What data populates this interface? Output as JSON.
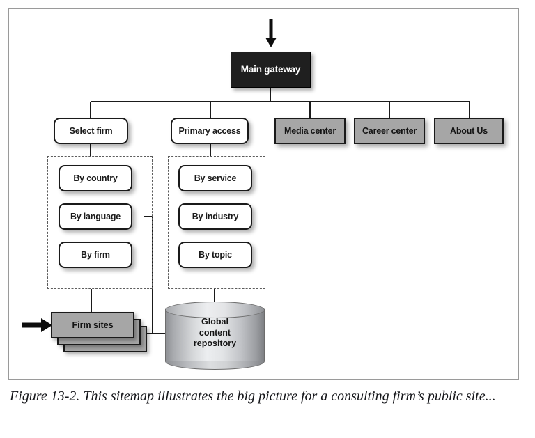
{
  "figure": {
    "caption": "Figure 13-2. This sitemap illustrates the big picture for a consulting firm’s public site...",
    "frame_color": "#9a9a9a"
  },
  "diagram": {
    "type": "sitemap",
    "colors": {
      "root_fill": "#1f1f1f",
      "root_text": "#ffffff",
      "primary_fill": "#ffffff",
      "secondary_fill": "#a6a6a6",
      "stroke": "#1a1a1a",
      "dashed_group": "#5c5c5c",
      "cylinder_light": "#edeef0",
      "cylinder_dark": "#8e9094"
    },
    "root": {
      "label": "Main gateway",
      "entry_arrow": "down-arrow"
    },
    "level1": [
      {
        "label": "Select firm",
        "style": "white"
      },
      {
        "label": "Primary access",
        "style": "white"
      },
      {
        "label": "Media center",
        "style": "gray"
      },
      {
        "label": "Career center",
        "style": "gray"
      },
      {
        "label": "About Us",
        "style": "gray"
      }
    ],
    "groups": [
      {
        "parent": "Select firm",
        "items": [
          {
            "label": "By country"
          },
          {
            "label": "By language"
          },
          {
            "label": "By firm"
          }
        ]
      },
      {
        "parent": "Primary access",
        "items": [
          {
            "label": "By service"
          },
          {
            "label": "By industry"
          },
          {
            "label": "By topic"
          }
        ]
      }
    ],
    "data_nodes": {
      "firm_sites": {
        "label": "Firm sites",
        "shape": "stacked-pages",
        "entry_arrow": "right-arrow"
      },
      "repository": {
        "label": "Global content repository",
        "label_line1": "Global",
        "label_line2": "content",
        "label_line3": "repository",
        "shape": "cylinder"
      }
    }
  }
}
